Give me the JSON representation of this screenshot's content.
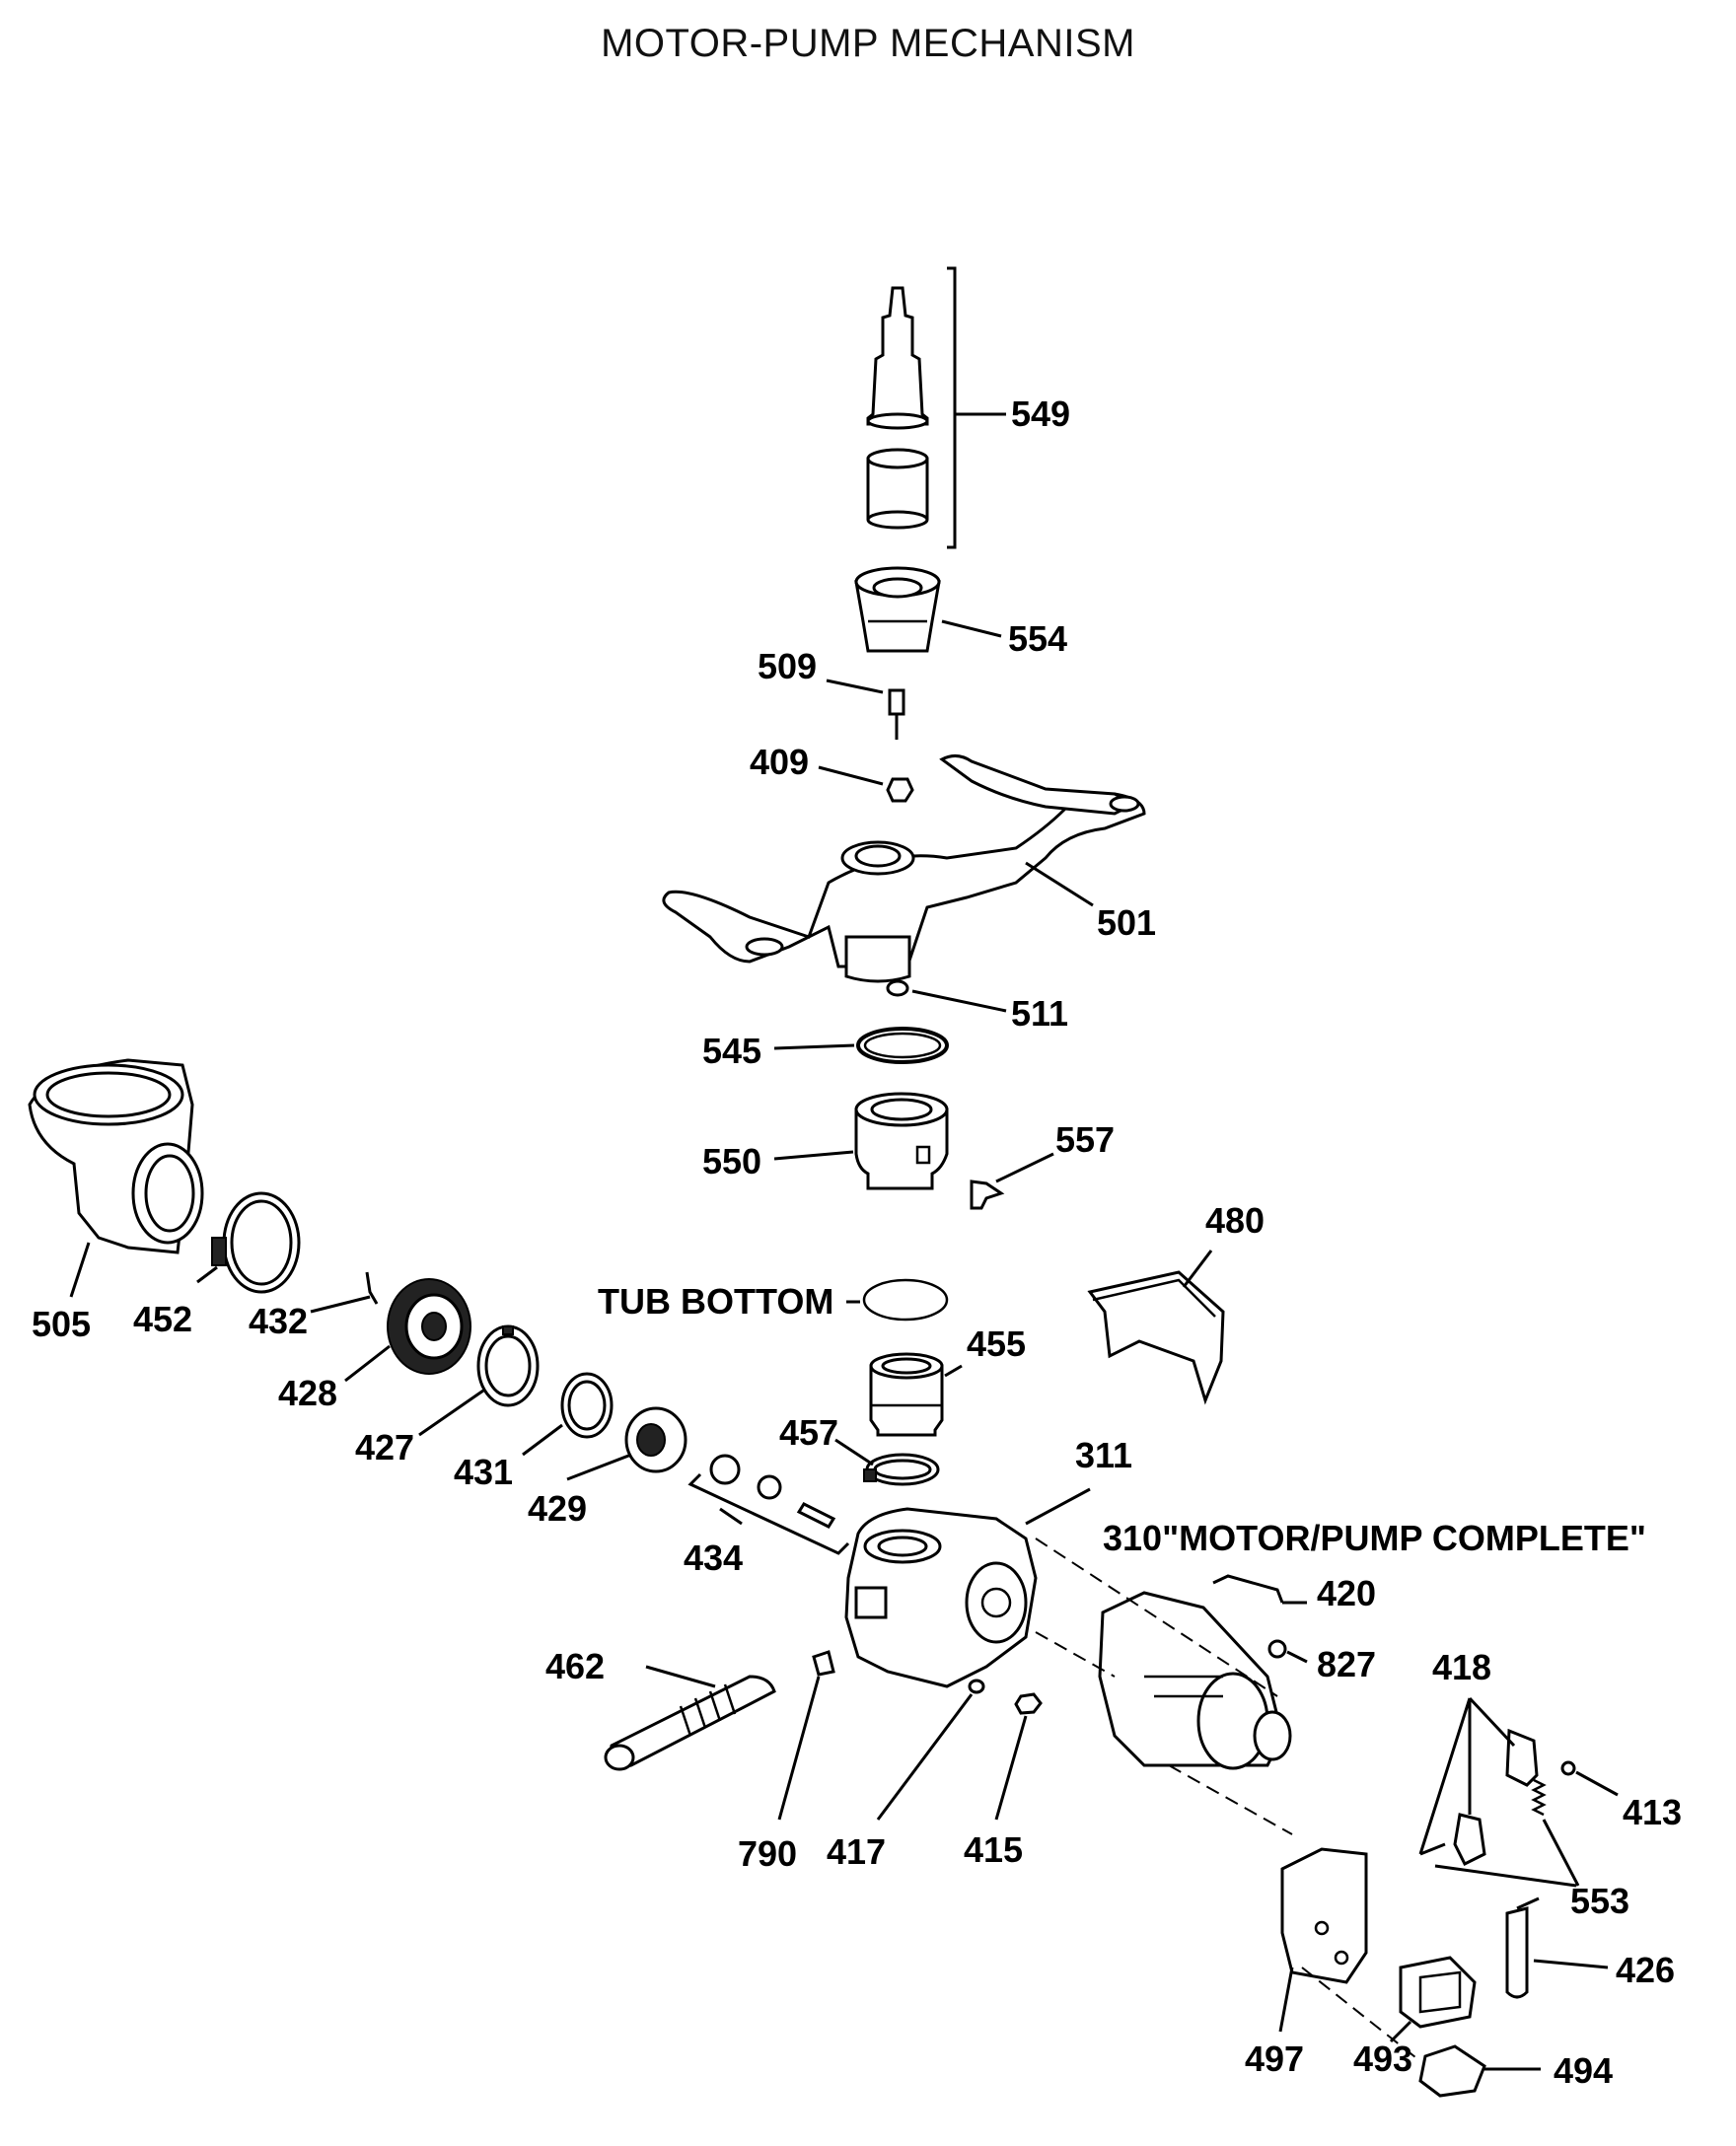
{
  "title": "MOTOR-PUMP MECHANISM",
  "labels": {
    "p549": "549",
    "p554": "554",
    "p509": "509",
    "p409": "409",
    "p501": "501",
    "p511": "511",
    "p545": "545",
    "p550": "550",
    "p557": "557",
    "p480": "480",
    "tub_bottom": "TUB BOTTOM",
    "p455": "455",
    "p457": "457",
    "p311": "311",
    "p310": "310\"MOTOR/PUMP COMPLETE\"",
    "p420": "420",
    "p827": "827",
    "p418": "418",
    "p413": "413",
    "p553": "553",
    "p426": "426",
    "p497": "497",
    "p493": "493",
    "p494": "494",
    "p505": "505",
    "p452": "452",
    "p432": "432",
    "p428": "428",
    "p427": "427",
    "p431": "431",
    "p429": "429",
    "p434": "434",
    "p462": "462",
    "p790": "790",
    "p417": "417",
    "p415": "415"
  }
}
